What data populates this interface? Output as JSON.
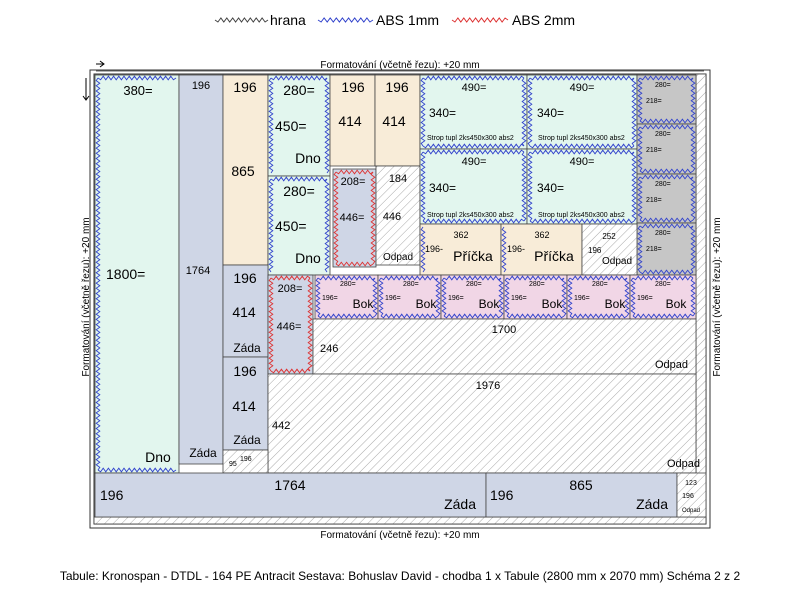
{
  "legend": [
    {
      "label": "hrana",
      "color": "#444444"
    },
    {
      "label": "ABS 1mm",
      "color": "#3344cc"
    },
    {
      "label": "ABS 2mm",
      "color": "#dd3333"
    }
  ],
  "margins": {
    "top": "Formatování (včetně řezu): +20 mm",
    "bottom": "Formatování (včetně řezu): +20 mm",
    "left": "Formatování (včetně řezu): +20 mm",
    "right": "Formatování (včetně řezu): +20 mm"
  },
  "colors": {
    "mint": "#e2f6ee",
    "blue": "#cfd6e6",
    "tan": "#f8ecd8",
    "pink": "#f1d6e6",
    "gray": "#c6c6c6",
    "scrap_hatch": "#a8a8a8",
    "frame": "#333333"
  },
  "parts": [
    {
      "id": "p1",
      "fill": "mint",
      "texts": [
        "380=",
        "1800=",
        "Dno"
      ]
    },
    {
      "id": "p2",
      "fill": "blue",
      "texts": [
        "196",
        "1764",
        "Záda"
      ]
    },
    {
      "id": "p3",
      "fill": "tan",
      "texts": [
        "196",
        "865"
      ]
    },
    {
      "id": "p4",
      "fill": "mint",
      "texts": [
        "280=",
        "450=",
        "Dno"
      ]
    },
    {
      "id": "p5",
      "fill": "mint",
      "texts": [
        "280=",
        "450=",
        "Dno"
      ]
    },
    {
      "id": "p6",
      "fill": "tan",
      "texts": [
        "196",
        "414"
      ]
    },
    {
      "id": "p7",
      "fill": "tan",
      "texts": [
        "196",
        "414"
      ]
    },
    {
      "id": "p8",
      "fill": "blue",
      "texts": [
        "208=",
        "446="
      ]
    },
    {
      "id": "p9",
      "fill": "scrap",
      "texts": [
        "184",
        "446",
        "Odpad"
      ]
    },
    {
      "id": "p10",
      "fill": "mint",
      "texts": [
        "490=",
        "340=",
        "Strop tupl 2ks450x300 abs2"
      ]
    },
    {
      "id": "p11",
      "fill": "mint",
      "texts": [
        "490=",
        "340=",
        "Strop tupl 2ks450x300 abs2"
      ]
    },
    {
      "id": "p12",
      "fill": "mint",
      "texts": [
        "490=",
        "340=",
        "Strop tupl 2ks450x300 abs2"
      ]
    },
    {
      "id": "p13",
      "fill": "mint",
      "texts": [
        "490=",
        "340=",
        "Strop tupl 2ks450x300 abs2"
      ]
    },
    {
      "id": "p14",
      "fill": "gray",
      "texts": [
        "280=",
        "218="
      ]
    },
    {
      "id": "p15",
      "fill": "gray",
      "texts": [
        "280=",
        "218="
      ]
    },
    {
      "id": "p16",
      "fill": "gray",
      "texts": [
        "280=",
        "218="
      ]
    },
    {
      "id": "p17",
      "fill": "gray",
      "texts": [
        "280=",
        "218="
      ]
    },
    {
      "id": "p18",
      "fill": "tan",
      "texts": [
        "362",
        "196-",
        "Příčka"
      ]
    },
    {
      "id": "p19",
      "fill": "tan",
      "texts": [
        "362",
        "196-",
        "Příčka"
      ]
    },
    {
      "id": "p20",
      "fill": "scrap",
      "texts": [
        "252",
        "196",
        "Odpad"
      ]
    },
    {
      "id": "p21",
      "fill": "blue",
      "texts": [
        "196",
        "414",
        "Záda"
      ]
    },
    {
      "id": "p22",
      "fill": "blue",
      "texts": [
        "196",
        "414",
        "Záda"
      ]
    },
    {
      "id": "p23",
      "fill": "blue",
      "texts": [
        "208=",
        "446="
      ]
    },
    {
      "id": "p24",
      "fill": "pink",
      "texts": [
        "280=",
        "196=",
        "Bok"
      ]
    },
    {
      "id": "p25",
      "fill": "pink",
      "texts": [
        "280=",
        "196=",
        "Bok"
      ]
    },
    {
      "id": "p26",
      "fill": "pink",
      "texts": [
        "280=",
        "196=",
        "Bok"
      ]
    },
    {
      "id": "p27",
      "fill": "pink",
      "texts": [
        "280=",
        "196=",
        "Bok"
      ]
    },
    {
      "id": "p28",
      "fill": "pink",
      "texts": [
        "280=",
        "196=",
        "Bok"
      ]
    },
    {
      "id": "p29",
      "fill": "pink",
      "texts": [
        "280=",
        "196=",
        "Bok"
      ]
    },
    {
      "id": "p30",
      "fill": "scrap",
      "texts": [
        "1700",
        "246",
        "Odpad"
      ]
    },
    {
      "id": "p31",
      "fill": "scrap",
      "texts": [
        "1976",
        "442",
        "Odpad"
      ]
    },
    {
      "id": "p32",
      "fill": "scrap",
      "texts": [
        "95",
        "196"
      ]
    },
    {
      "id": "p33",
      "fill": "blue",
      "texts": [
        "1764",
        "196",
        "Záda"
      ]
    },
    {
      "id": "p34",
      "fill": "blue",
      "texts": [
        "865",
        "196",
        "Záda"
      ]
    },
    {
      "id": "p35",
      "fill": "scrap",
      "texts": [
        "123",
        "196",
        "Odpad"
      ]
    }
  ],
  "footer": "Tabule: Kronospan - DTDL - 164 PE Antracit  Sestava: Bohuslav David - chodba  1 x Tabule (2800 mm x 2070 mm)  Schéma 2 z 2"
}
